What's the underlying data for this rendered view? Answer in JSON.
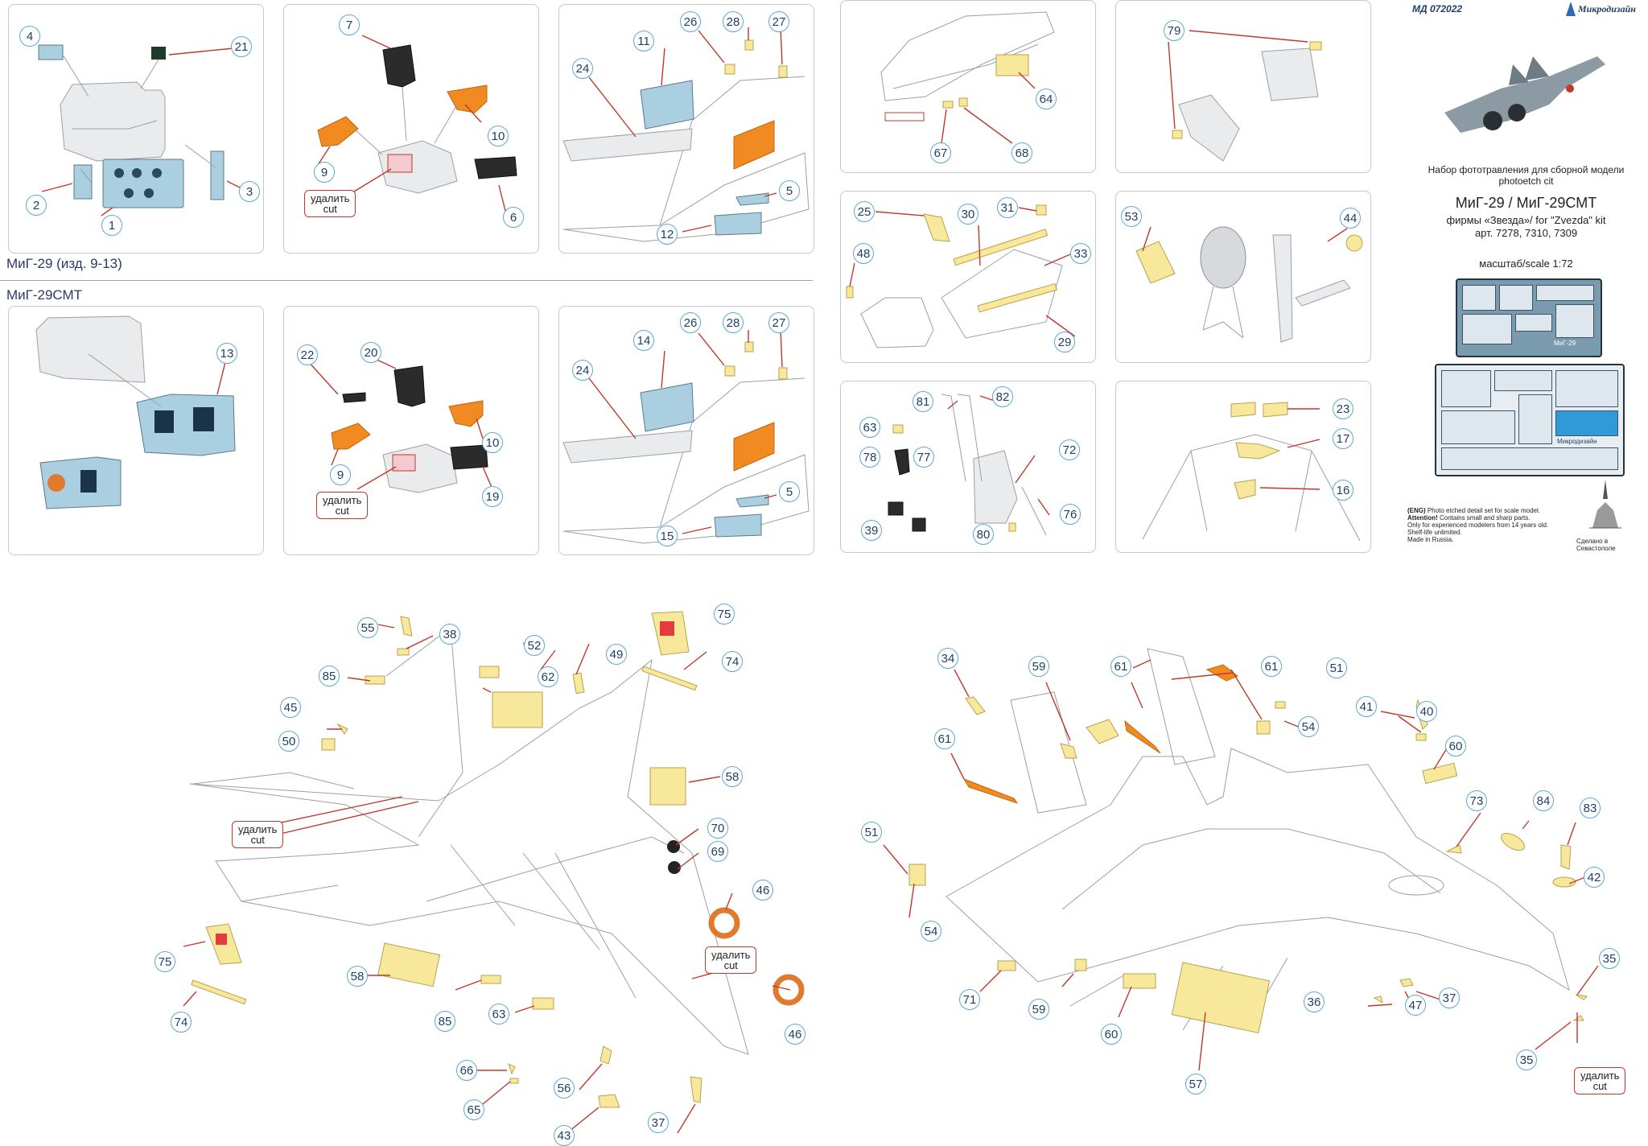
{
  "header": {
    "code": "МД 072022",
    "brand": "Микродизайн",
    "subtitle_ru": "Набор фототравления для сборной модели",
    "subtitle_en": "photoetch cit",
    "product": "МиГ-29 / МиГ-29СМТ",
    "kit": "фирмы «Звезда»/ for \"Zvezda\" kit",
    "articles": "арт. 7278,  7310, 7309",
    "scale": "масштаб/scale 1:72"
  },
  "notes": {
    "eng_tag": "(ENG)",
    "eng_text": "Photo etched detail set for scale model.",
    "attention_tag": "Attention!",
    "attention_text": "Contains small and sharp parts.",
    "age": "Only for experienced modelers from 14 years old.",
    "shelf": "Shelf-life unlimited.",
    "made": "Made in Russia.",
    "made_in": "Сделано в Севастополе"
  },
  "sections": {
    "mig29": "МиГ-29 (изд. 9-13)",
    "mig29smt": "МиГ-29СМТ"
  },
  "cut_label": {
    "ru": "удалить",
    "en": "cut"
  },
  "callouts": {
    "p1": [
      "4",
      "21",
      "2",
      "1",
      "3"
    ],
    "p2": [
      "7",
      "10",
      "9",
      "6"
    ],
    "p3": [
      "11",
      "26",
      "28",
      "27",
      "24",
      "5",
      "12"
    ],
    "p4": [
      "64",
      "67",
      "68"
    ],
    "p5": [
      "79"
    ],
    "p6": [
      "13"
    ],
    "p7": [
      "20",
      "22",
      "10",
      "9",
      "19"
    ],
    "p8": [
      "14",
      "26",
      "28",
      "27",
      "24",
      "5",
      "15"
    ],
    "p9": [
      "25",
      "30",
      "31",
      "33",
      "48",
      "29"
    ],
    "p10": [
      "53",
      "44"
    ],
    "p11": [
      "81",
      "82",
      "63",
      "72",
      "78",
      "77",
      "76",
      "39",
      "80"
    ],
    "p12": [
      "23",
      "17",
      "16"
    ],
    "bottom_left": [
      "55",
      "38",
      "75",
      "52",
      "49",
      "62",
      "74",
      "85",
      "45",
      "50",
      "58",
      "70",
      "69",
      "46",
      "46",
      "75",
      "58",
      "74",
      "85",
      "63",
      "66",
      "56",
      "65",
      "43",
      "37"
    ],
    "bottom_right": [
      "34",
      "59",
      "61",
      "61",
      "51",
      "61",
      "54",
      "41",
      "40",
      "60",
      "73",
      "84",
      "83",
      "42",
      "51",
      "54",
      "71",
      "59",
      "60",
      "57",
      "35",
      "36",
      "47",
      "37",
      "35"
    ]
  },
  "sheet_labels": {
    "a": "МиГ-29",
    "b": "Микродизайн"
  }
}
